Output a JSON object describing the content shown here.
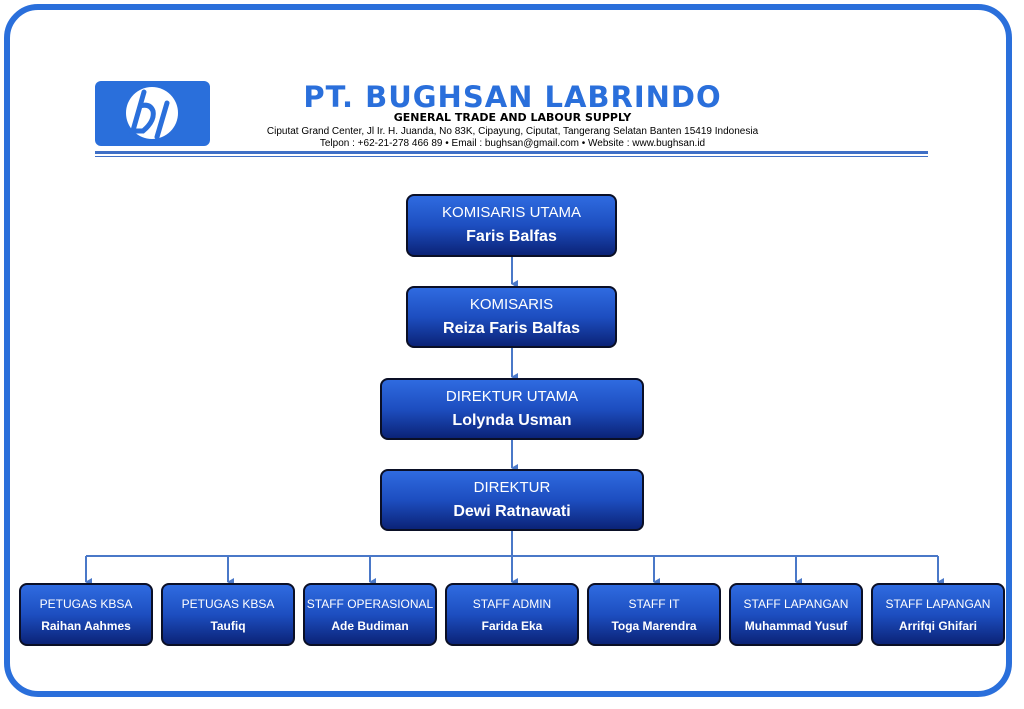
{
  "header": {
    "logo_mark": "b/",
    "company_name": "PT. BUGHSAN LABRINDO",
    "tagline": "GENERAL TRADE AND LABOUR SUPPLY",
    "address": "Ciputat Grand Center, Jl Ir. H. Juanda, No 83K, Cipayung, Ciputat, Tangerang Selatan Banten 15419 Indonesia",
    "contact": "Telpon : +62-21-278 466 89 • Email : bughsan@gmail.com • Website : www.bughsan.id"
  },
  "org": {
    "komisaris_utama": {
      "role": "KOMISARIS  UTAMA",
      "name": "Faris Balfas"
    },
    "komisaris": {
      "role": "KOMISARIS",
      "name": "Reiza Faris Balfas"
    },
    "direktur_utama": {
      "role": "DIREKTUR UTAMA",
      "name": "Lolynda Usman"
    },
    "direktur": {
      "role": "DIREKTUR",
      "name": "Dewi Ratnawati"
    },
    "staff": [
      {
        "role": "PETUGAS KBSA",
        "name": "Raihan Aahmes"
      },
      {
        "role": "PETUGAS KBSA",
        "name": "Taufiq"
      },
      {
        "role": "STAFF OPERASIONAL",
        "name": "Ade Budiman"
      },
      {
        "role": "STAFF ADMIN",
        "name": "Farida Eka"
      },
      {
        "role": "STAFF IT",
        "name": "Toga Marendra"
      },
      {
        "role": "STAFF  LAPANGAN",
        "name": "Muhammad Yusuf"
      },
      {
        "role": "STAFF  LAPANGAN",
        "name": "Arrifqi Ghifari"
      }
    ]
  },
  "colors": {
    "frame": "#2a6fdb",
    "box_top": "#2f6be0",
    "box_bottom": "#0b2377",
    "connector": "#4a78c8"
  }
}
